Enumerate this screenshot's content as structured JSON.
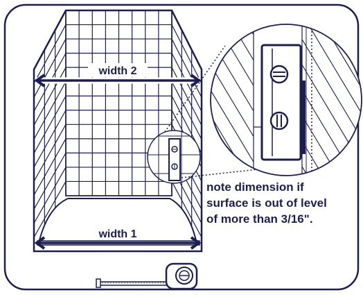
{
  "labels": {
    "width_2": "width 2",
    "width_1": "width 1"
  },
  "note": {
    "lines": [
      "note dimension if",
      "surface is out of level",
      "of more than 3/16\"."
    ]
  },
  "colors": {
    "ink": "#1c1e4d",
    "background": "#ffffff"
  },
  "icons": [
    "shower-stall",
    "magnifier-circle",
    "level-tool",
    "tape-measure"
  ]
}
